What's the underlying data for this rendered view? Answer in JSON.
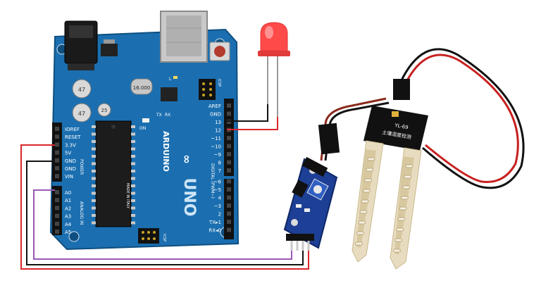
{
  "board": {
    "brand": "ARDUINO",
    "model": "UNO",
    "logo": "∞",
    "on_label": "ON",
    "tx_label": "TX",
    "rx_label": "RX",
    "icsp_label": "ICSP",
    "icsp_bottom_label": "ICSP",
    "l_label": "L",
    "reset_label": "RESET",
    "power_label": "POWER",
    "analog_in_label": "ANALOG IN",
    "digital_label": "DIGITAL (PWM~)",
    "made_in": "MADE IN ITALY",
    "crystal_label": "16.000",
    "cap_label_1": "47",
    "cap_label_2": "47",
    "cap_label_3": "25",
    "power_pins": [
      "IOREF",
      "RESET",
      "3.3V",
      "5V",
      "GND",
      "GND",
      "VIN"
    ],
    "analog_pins": [
      "A0",
      "A1",
      "A2",
      "A3",
      "A4",
      "A5"
    ],
    "digital_pins": [
      "AREF",
      "GND",
      "13",
      "12",
      "~11",
      "~10",
      "~9",
      "8",
      "7",
      "~6",
      "~5",
      "4",
      "~3",
      "2",
      "TX▸1",
      "RX◂0"
    ]
  },
  "sensor_module": {
    "chip_label": "YL-69",
    "chinese_label": "土壤湿度检测"
  },
  "colors": {
    "board_blue": "#1b6fb0",
    "wire_red": "#d9262a",
    "wire_black": "#111111",
    "wire_purple": "#9b59b6",
    "led_red": "#ff4a4a"
  }
}
